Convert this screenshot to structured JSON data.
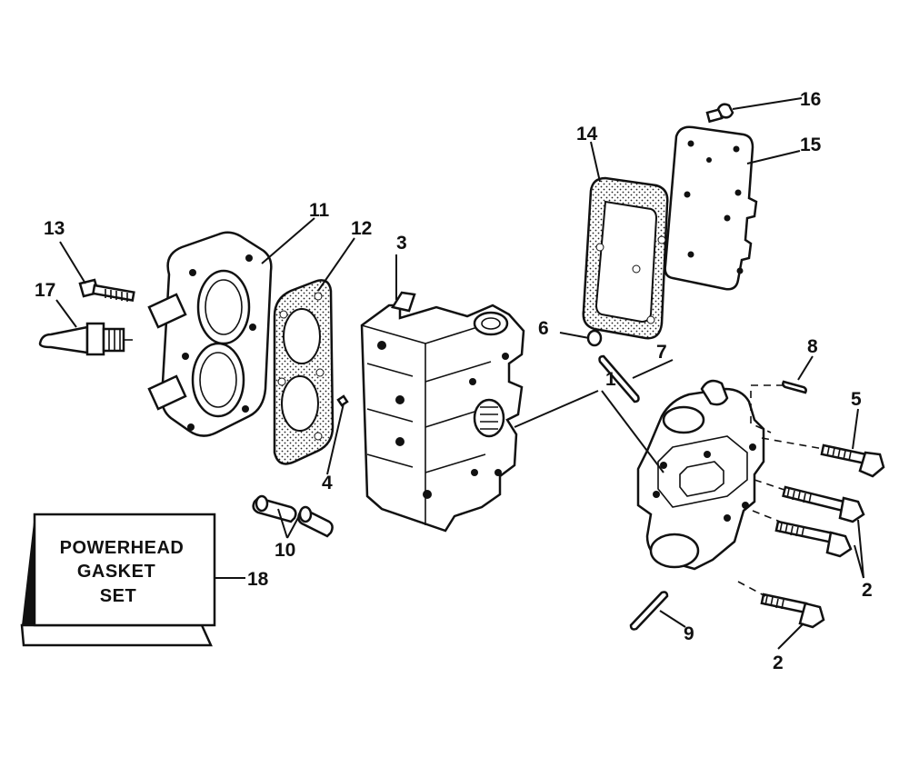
{
  "parts": [
    {
      "number": "1"
    },
    {
      "number": "2"
    },
    {
      "number": "2"
    },
    {
      "number": "3"
    },
    {
      "number": "4"
    },
    {
      "number": "5"
    },
    {
      "number": "6"
    },
    {
      "number": "7"
    },
    {
      "number": "8"
    },
    {
      "number": "9"
    },
    {
      "number": "10"
    },
    {
      "number": "11"
    },
    {
      "number": "12"
    },
    {
      "number": "13"
    },
    {
      "number": "14"
    },
    {
      "number": "15"
    },
    {
      "number": "16"
    },
    {
      "number": "17"
    },
    {
      "number": "18"
    }
  ],
  "gasket_set_box": {
    "line1": "POWERHEAD",
    "line2": "GASKET",
    "line3": "SET"
  }
}
